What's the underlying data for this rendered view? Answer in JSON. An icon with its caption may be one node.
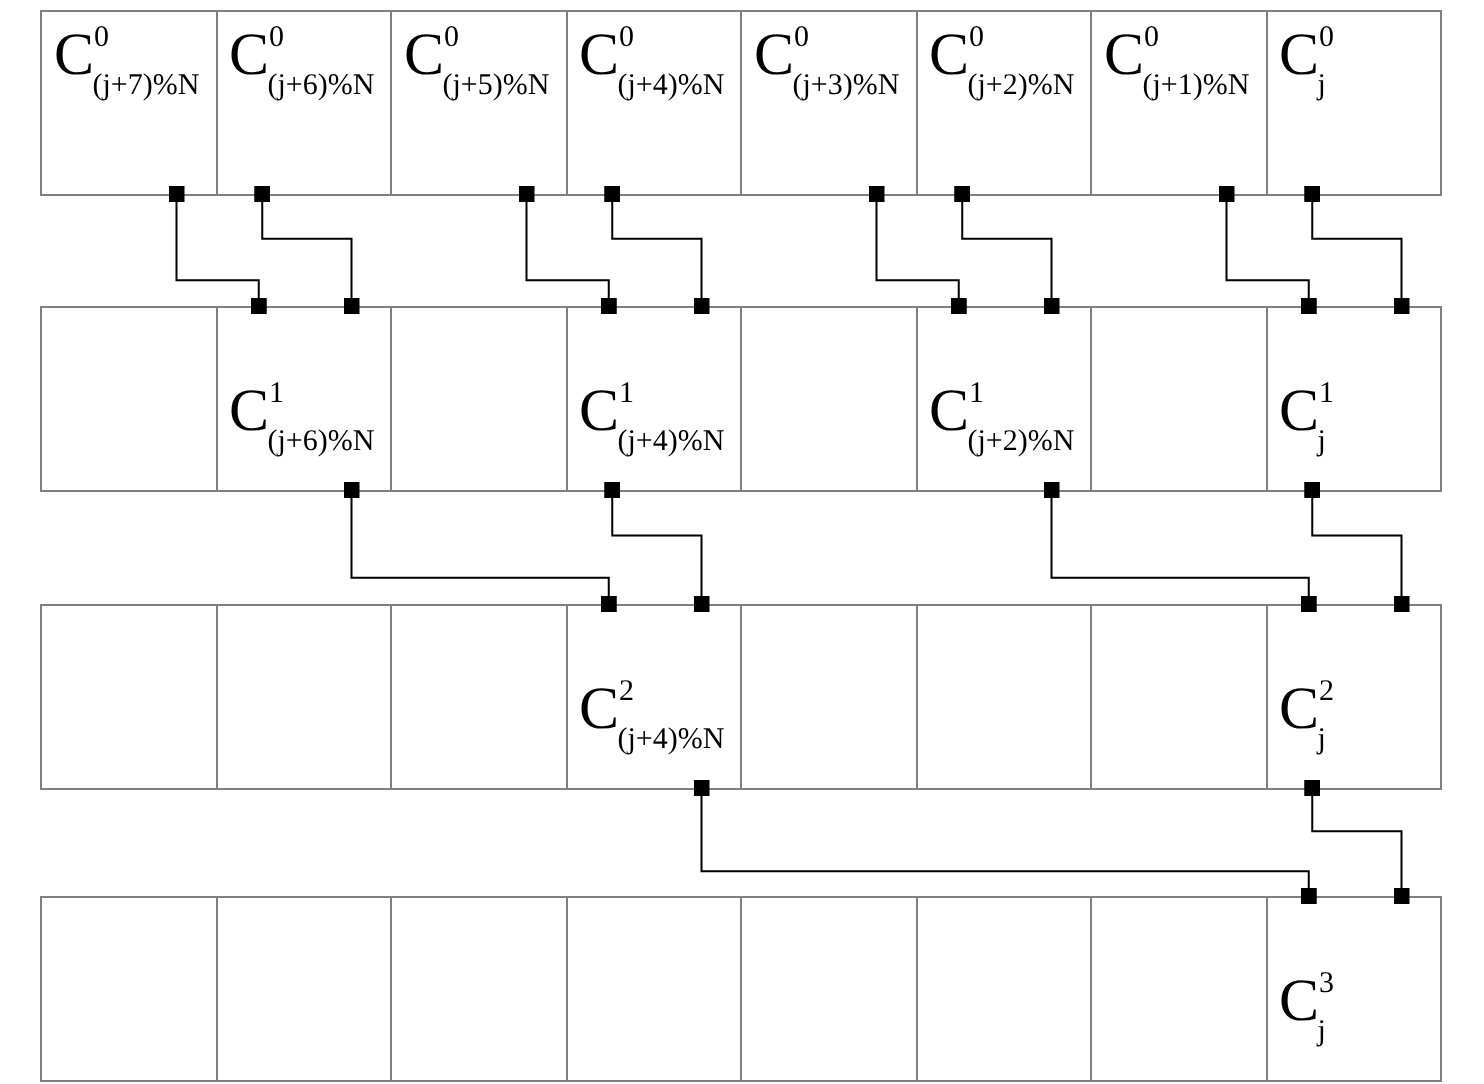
{
  "diagram": {
    "nodes": [
      {
        "text": [
          "C$^{0}$$_{(j+7)%N}$"
        ]
      },
      {
        "text": [
          "C$^{0}$$_{(j+6)%N}$"
        ]
      },
      {
        "text": [
          "C$^{0}$$_{(j+5)%N}$"
        ]
      },
      {
        "text": [
          "C$^{0}$$_{(j+4)%N}$"
        ]
      },
      {
        "text": [
          "C$^{0}$$_{(j+3)%N}$"
        ]
      },
      {
        "text": [
          "C$^{0}$$_{(j+2)%N}$"
        ]
      },
      {
        "text": [
          "C$^{0}$$_{(j+1)%N}$"
        ]
      },
      {
        "text": [
          "C$^{0}$$_{j}$"
        ]
      },
      {
        "text": [],
        "shape": "box"
      },
      {
        "text": [
          "C$^{1}$$_{(j+6)%N}$"
        ]
      },
      {
        "text": [],
        "shape": "box"
      },
      {
        "text": [
          "C$^{1}$$_{(j+4)%N}$"
        ]
      },
      {
        "text": [],
        "shape": "box"
      },
      {
        "text": [
          "C$^{1}$$_{(j+2)%N}$"
        ]
      },
      {
        "text": [],
        "shape": "box"
      },
      {
        "text": [
          "C$^{1}$$_{j}$"
        ]
      },
      {
        "text": [],
        "shape": "box"
      },
      {
        "text": [],
        "shape": "box"
      },
      {
        "text": [],
        "shape": "box"
      },
      {
        "text": [
          "C$^{2}$$_{(j+4)%N}$"
        ]
      },
      {
        "text": [],
        "shape": "box"
      },
      {
        "text": [],
        "shape": "box"
      },
      {
        "text": [],
        "shape": "box"
      },
      {
        "text": [
          "C$^{2}$$_{j}$"
        ]
      },
      {
        "text": [],
        "shape": "box"
      },
      {
        "text": [],
        "shape": "box"
      },
      {
        "text": [],
        "shape": "box"
      },
      {
        "text": [],
        "shape": "box"
      },
      {
        "text": [],
        "shape": "box"
      },
      {
        "text": [],
        "shape": "box"
      },
      {
        "text": [],
        "shape": "box"
      },
      {
        "text": [
          "C$^{3}$$_{j}$"
        ]
      }
    ],
    "edges": [
      {
        "from": 0,
        "to": 9,
        "arrow": "other"
      },
      {
        "from": 1,
        "to": 9,
        "arrow": "other"
      },
      {
        "from": 2,
        "to": 11,
        "arrow": "other"
      },
      {
        "from": 3,
        "to": 11,
        "arrow": "other"
      },
      {
        "from": 4,
        "to": 13,
        "arrow": "other"
      },
      {
        "from": 5,
        "to": 13,
        "arrow": "other"
      },
      {
        "from": 6,
        "to": 15,
        "arrow": "other"
      },
      {
        "from": 7,
        "to": 15,
        "arrow": "other"
      },
      {
        "from": 9,
        "to": 19,
        "arrow": "other"
      },
      {
        "from": 11,
        "to": 19,
        "arrow": "other"
      },
      {
        "from": 13,
        "to": 23,
        "arrow": "other"
      },
      {
        "from": 15,
        "to": 23,
        "arrow": "other"
      },
      {
        "from": 19,
        "to": 31,
        "arrow": "other"
      },
      {
        "from": 23,
        "to": 31,
        "arrow": "other"
      }
    ]
  }
}
